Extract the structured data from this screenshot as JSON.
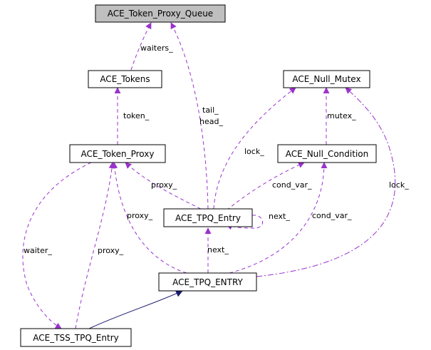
{
  "colors": {
    "usage": "#9a32cd",
    "inherit": "#191970",
    "root_fill": "#bfbfbf"
  },
  "nodes": {
    "proxy_queue": "ACE_Token_Proxy_Queue",
    "tokens": "ACE_Tokens",
    "null_mutex": "ACE_Null_Mutex",
    "token_proxy": "ACE_Token_Proxy",
    "null_condition": "ACE_Null_Condition",
    "tpq_entry": "ACE_TPQ_Entry",
    "tpq_entry_caps": "ACE_TPQ_ENTRY",
    "tss_tpq_entry": "ACE_TSS_TPQ_Entry"
  },
  "labels": {
    "waiters": "waiters_",
    "token": "token_",
    "tail": "tail_",
    "head": "head_",
    "lock_entry": "lock_",
    "mutex": "mutex_",
    "lock_caps": "lock_",
    "proxy_entry": "proxy_",
    "cond_var_entry": "cond_var_",
    "next_self": "next_",
    "proxy_caps": "proxy_",
    "cond_var_caps": "cond_var_",
    "waiter": "waiter_",
    "proxy_tss": "proxy_",
    "next_caps": "next_"
  }
}
